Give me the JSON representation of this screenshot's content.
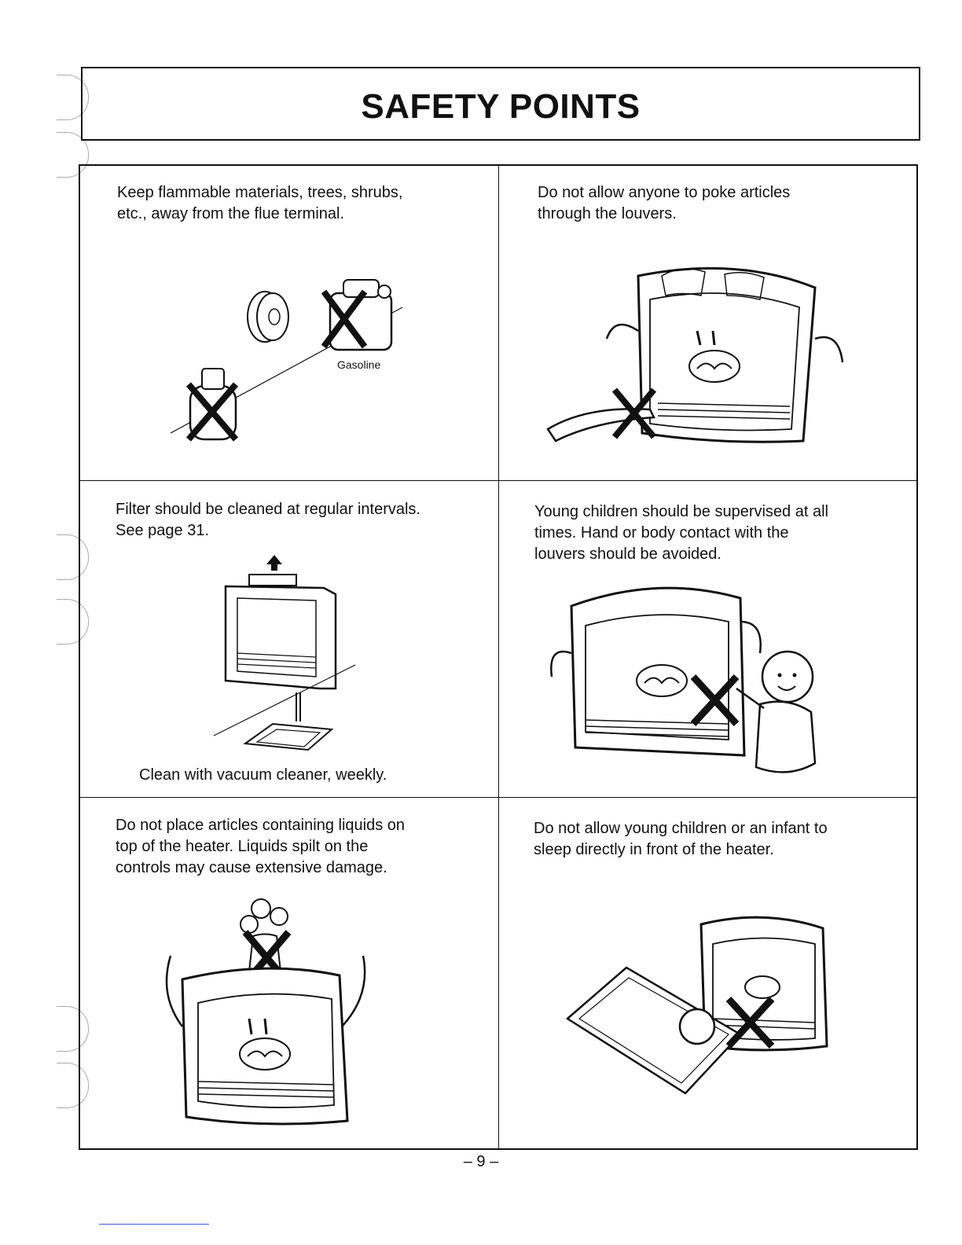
{
  "title": "SAFETY POINTS",
  "cells": [
    {
      "text_lines": [
        "Keep flammable materials, trees, shrubs,",
        "etc., away from the flue terminal."
      ],
      "label": "Gasoline"
    },
    {
      "text_lines": [
        "Do not allow anyone to poke articles",
        "through the louvers."
      ]
    },
    {
      "text_lines": [
        "Filter should be cleaned at regular intervals.",
        "See page 31."
      ],
      "caption": "Clean with vacuum cleaner, weekly."
    },
    {
      "text_lines": [
        "Young children should be supervised at all",
        "times.  Hand or body contact with the",
        "louvers should be avoided."
      ]
    },
    {
      "text_lines": [
        "Do not place articles containing liquids on",
        "top of the heater.  Liquids spilt on the",
        "controls may cause extensive damage."
      ]
    },
    {
      "text_lines": [
        "Do not allow young children or an infant to",
        "sleep directly in front of the heater."
      ]
    }
  ],
  "page_number": "– 9 –"
}
